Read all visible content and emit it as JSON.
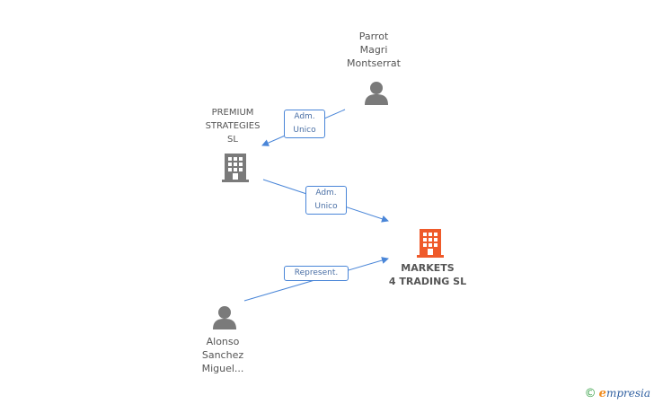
{
  "nodes": {
    "person_parrot": {
      "label": "Parrot\nMagri\nMontserrat",
      "type": "person",
      "color": "#7a7a7a"
    },
    "company_premium": {
      "label": "PREMIUM\nSTRATEGIES\nSL",
      "type": "company",
      "color": "#7a7a7a"
    },
    "company_markets": {
      "label": "MARKETS\n4 TRADING  SL",
      "type": "company",
      "color": "#ef5a2a"
    },
    "person_alonso": {
      "label": "Alonso\nSanchez\nMiguel...",
      "type": "person",
      "color": "#7a7a7a"
    }
  },
  "edges": [
    {
      "label": "Adm.\nUnico",
      "from": "person_parrot",
      "to": "company_premium"
    },
    {
      "label": "Adm.\nUnico",
      "from": "company_premium",
      "to": "company_markets"
    },
    {
      "label": "Represent.",
      "from": "person_alonso",
      "to": "company_markets"
    }
  ],
  "footer": {
    "copyright": "©",
    "brand_initial": "e",
    "brand_rest": "mpresia"
  },
  "colors": {
    "edge": "#4a86d8",
    "edge_label_text": "#4a6fa5"
  }
}
